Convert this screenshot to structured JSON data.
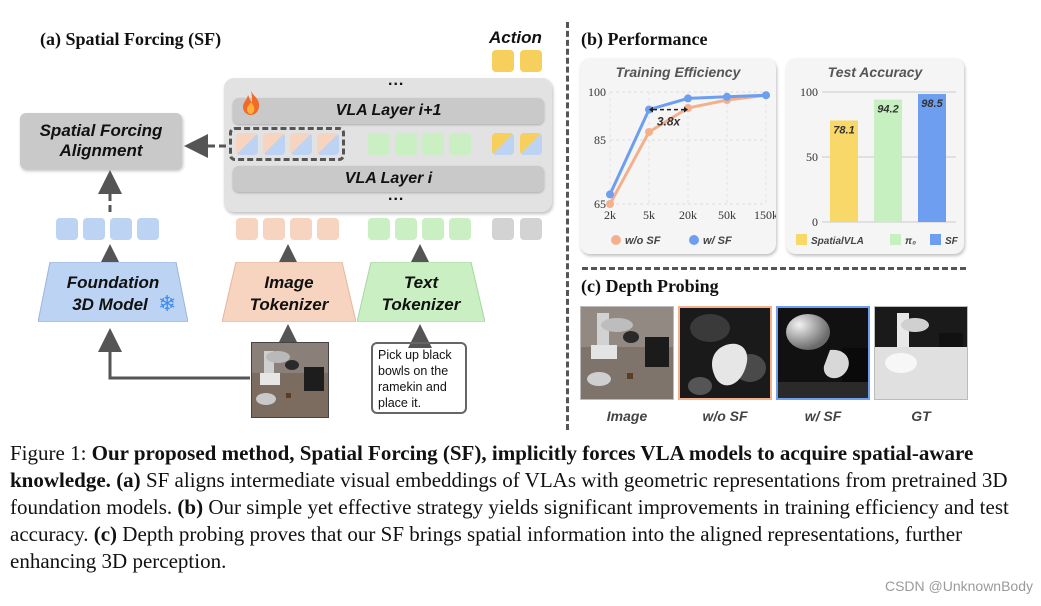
{
  "panel_a": {
    "title": "(a) Spatial Forcing (SF)",
    "action_label": "Action",
    "layer_top": "VLA Layer i+1",
    "layer_bottom": "VLA Layer i",
    "dots": "...",
    "alignment_label": [
      "Spatial Forcing",
      "Alignment"
    ],
    "foundation_label": [
      "Foundation",
      "3D Model"
    ],
    "image_tokenizer_label": [
      "Image",
      "Tokenizer"
    ],
    "text_tokenizer_label": [
      "Text",
      "Tokenizer"
    ],
    "instruction": "Pick up black bowls on the ramekin and place it.",
    "colors": {
      "blue_token": "#bcd3f3",
      "peach_token": "#f7d4c0",
      "green_token": "#c9efc3",
      "yellow_token": "#f7cf5c",
      "gray_token": "#d3d3d3"
    }
  },
  "panel_b": {
    "title": "(b) Performance"
  },
  "panel_c": {
    "title": "(c) Depth Probing",
    "labels": [
      "Image",
      "w/o SF",
      "w/ SF",
      "GT"
    ]
  },
  "chart_data": [
    {
      "type": "line",
      "title": "Training Efficiency",
      "x": [
        "2k",
        "5k",
        "20k",
        "50k",
        "150k"
      ],
      "ylim": [
        65,
        100
      ],
      "yticks": [
        65,
        85,
        100
      ],
      "series": [
        {
          "name": "w/o SF",
          "color": "#f4b08c",
          "values": [
            65,
            87.5,
            95,
            97.5,
            99
          ]
        },
        {
          "name": "w/ SF",
          "color": "#6e9ef0",
          "values": [
            68,
            94.5,
            98,
            98.5,
            99
          ]
        }
      ],
      "annotation": "3.8x"
    },
    {
      "type": "bar",
      "title": "Test Accuracy",
      "ylim": [
        0,
        100
      ],
      "yticks": [
        0,
        50,
        100
      ],
      "series": [
        {
          "name": "SpatialVLA",
          "color": "#f9d86a",
          "values": [
            78.1
          ]
        },
        {
          "name": "π₀",
          "color": "#c7f0c0",
          "values": [
            94.2
          ]
        },
        {
          "name": "SF",
          "color": "#6e9ef0",
          "values": [
            98.5
          ]
        }
      ]
    }
  ],
  "caption": {
    "prefix": "Figure 1: ",
    "bold_title": "Our proposed method, Spatial Forcing (SF), implicitly forces VLA models to acquire spatial-aware knowledge.",
    "a_tag": "(a)",
    "a_text": " SF aligns intermediate visual embeddings of VLAs with geometric representations from pretrained 3D foundation models. ",
    "b_tag": "(b)",
    "b_text": " Our simple yet effective strategy yields significant improvements in training efficiency and test accuracy. ",
    "c_tag": "(c)",
    "c_text": " Depth probing proves that our SF brings spatial information into the aligned representations, further enhancing 3D perception."
  },
  "watermark": "CSDN @UnknownBody"
}
